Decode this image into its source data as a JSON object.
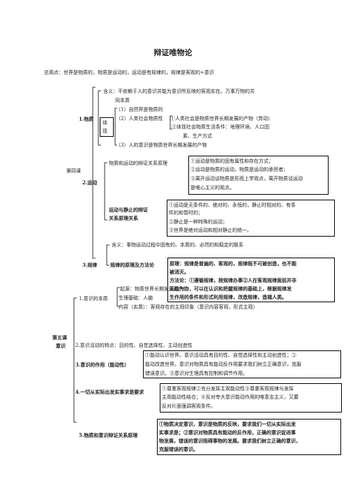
{
  "title": "辩证唯物论",
  "overview": "总观点：世界是物质的，物质是运动的，运动是有规律的，规律是客观的+意识",
  "lesson4": {
    "label": "第四课",
    "matter": {
      "label": "1.物质",
      "def1": "含义：不依赖于人的意识并能为意识所反映的客观实在。万事万物的共",
      "def2": "同本质",
      "embody": "体现",
      "e1": "（1）自然界是物质的",
      "e2": "（2）人类社会物质性",
      "e2a": "①人类社会是物质世界长期发展的产物（劳动）",
      "e2b1": "②体现社会物质生活条件：地理环境、人口因",
      "e2b2": "素、生产方式",
      "e3": "（3）人的意识是物质世界长期发展的产物"
    },
    "motion": {
      "label": "2.运动",
      "sub1": "物质和运动的辩证关系原理",
      "box1": [
        "①运动是物质的固有属性和存在方式；",
        "②运动是物质的运动，物质是运动的承担者；",
        "③离开运动谈物质是形而上学观点，离开物质谈运动",
        "是唯心主义的观点。"
      ],
      "sub2a": "运动与静止的辩证",
      "sub2b": "关系原理关系",
      "box2": [
        "①运动是无条件的、绝对的、永恒的，静止时相对的、有条",
        "件的和暂时的；",
        "②静止是一种特殊的运动；",
        "③世界是绝对运动和相对静止的统一。"
      ]
    },
    "law": {
      "label": "3.规律",
      "def": "含义：事物运动过程中固有的、本质的、必然的和稳定的联系",
      "sub": "规律的原理及方法论",
      "box": [
        "原理：规律是普遍的、客观的，规律既不可被创造，也不能",
        "被消灭。",
        "方法论：①遵循规律，按规律办事②人在客观规律面前并非",
        "无能为力，可以在认识和把握规律的基础上，根据规律发",
        "生作用的条件和形式利用规律，改造规律，造福人类。"
      ]
    }
  },
  "lesson5": {
    "label1": "第五课",
    "label2": "意识",
    "origin": {
      "label": "1.意识的本质",
      "o1": "起源：物质世界长期发展的产物",
      "o2": "生理基础：人脑",
      "o3": "内容（实质）：客观存在的主观印象（意识内容客观，形式主观）"
    },
    "traits": "2.意识活动的特点：目的性、自觉选择性、主动创造性",
    "role": {
      "label": "3.意识的作用（能动性）",
      "box": [
        "①能动认识世界。意识活动具有目的性、自觉选择性和主动创造性；②",
        "能动改造世界。意识对物质具有能动反作用要求我们树立正确意识，克服",
        "错误意识。③意识对生理具有控制和调节作用。"
      ]
    },
    "seek": {
      "label": "4.一切从实际出发实事求是要求",
      "box": [
        "①尊重客观规律②充分发挥主观能动性③尊重客观规律与发挥",
        "主观能动性结合；④反对夸大意识能动作用的唯意志主义，又要",
        "反对片面强调客观条件。"
      ]
    },
    "relation": {
      "label": "5.物质和意识辩证关系原理",
      "box": [
        "①物质决定意识，意识是物质的反映，要求我们一切从实际出发",
        "实事求是；②意识对物质具有能动的反作用，正确的意识促进事",
        "物发展，错误的意识阻碍事物的发展。要求我们树立正确的意识，",
        "克服错误的意识。"
      ]
    }
  }
}
